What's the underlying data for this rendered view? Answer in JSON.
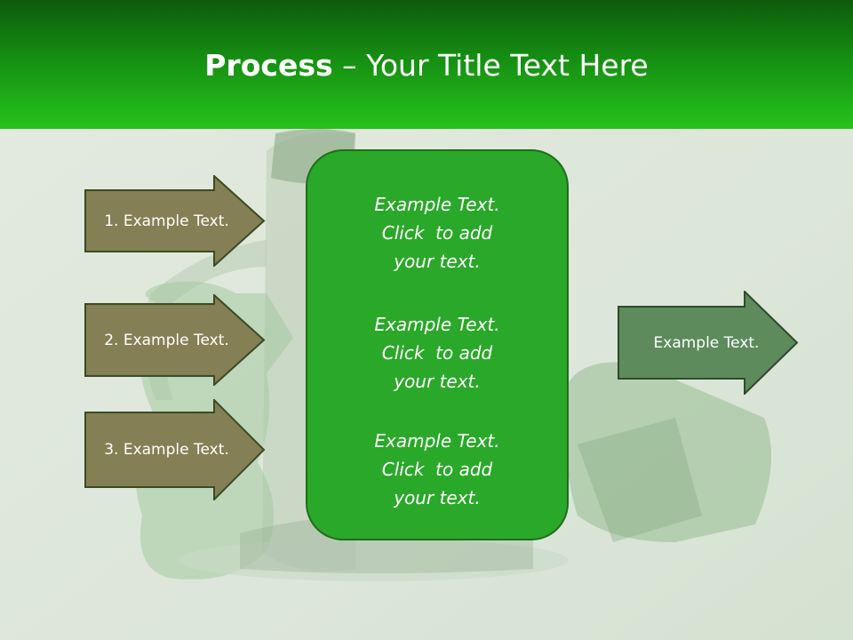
{
  "slide": {
    "title_bold": "Process",
    "title_rest": " – Your Title Text Here"
  },
  "left_steps": [
    {
      "label": "1. Example Text."
    },
    {
      "label": "2. Example Text."
    },
    {
      "label": "3. Example Text."
    }
  ],
  "center_box": {
    "paragraphs": [
      {
        "line1": "Example Text.",
        "line2": "Click  to add",
        "line3": "your text."
      },
      {
        "line1": "Example Text.",
        "line2": "Click  to add",
        "line3": "your text."
      },
      {
        "line1": "Example Text.",
        "line2": "Click  to add",
        "line3": "your text."
      }
    ]
  },
  "right_output": {
    "label": "Example Text."
  },
  "colors": {
    "header_dark": "#0f5a0c",
    "header_light": "#27c21c",
    "step_arrow_fill": "#857f55",
    "output_arrow_fill": "#5d8b5c",
    "center_box_fill": "#2aa829"
  }
}
